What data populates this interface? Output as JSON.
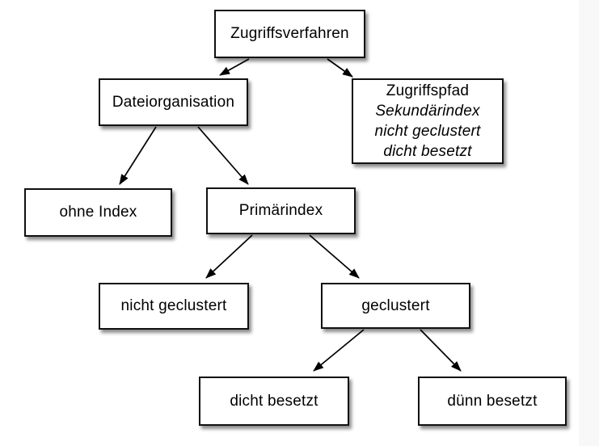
{
  "page": {
    "background_color": "#ffffff",
    "right_gutter_color": "#f8f8f8",
    "node_fill_color": "#ffffff",
    "node_border_color": "#111111",
    "arrow_color": "#000000"
  },
  "diagram": {
    "type": "tree",
    "nodes": [
      {
        "id": "zugriffsverfahren",
        "label": "Zugriffsverfahren"
      },
      {
        "id": "dateiorganisation",
        "label": "Dateiorganisation"
      },
      {
        "id": "zugriffspfad",
        "label": "Zugriffspfad",
        "sublines": [
          "Sekundärindex",
          "nicht geclustert",
          "dicht besetzt"
        ]
      },
      {
        "id": "ohne-index",
        "label": "ohne Index"
      },
      {
        "id": "primaerindex",
        "label": "Primärindex"
      },
      {
        "id": "nicht-geclustert",
        "label": "nicht geclustert"
      },
      {
        "id": "geclustert",
        "label": "geclustert"
      },
      {
        "id": "dicht-besetzt",
        "label": "dicht besetzt"
      },
      {
        "id": "duenn-besetzt",
        "label": "dünn besetzt"
      }
    ],
    "edges": [
      {
        "from": "zugriffsverfahren",
        "to": "dateiorganisation"
      },
      {
        "from": "zugriffsverfahren",
        "to": "zugriffspfad"
      },
      {
        "from": "dateiorganisation",
        "to": "ohne-index"
      },
      {
        "from": "dateiorganisation",
        "to": "primaerindex"
      },
      {
        "from": "primaerindex",
        "to": "nicht-geclustert"
      },
      {
        "from": "primaerindex",
        "to": "geclustert"
      },
      {
        "from": "geclustert",
        "to": "dicht-besetzt"
      },
      {
        "from": "geclustert",
        "to": "duenn-besetzt"
      }
    ]
  }
}
